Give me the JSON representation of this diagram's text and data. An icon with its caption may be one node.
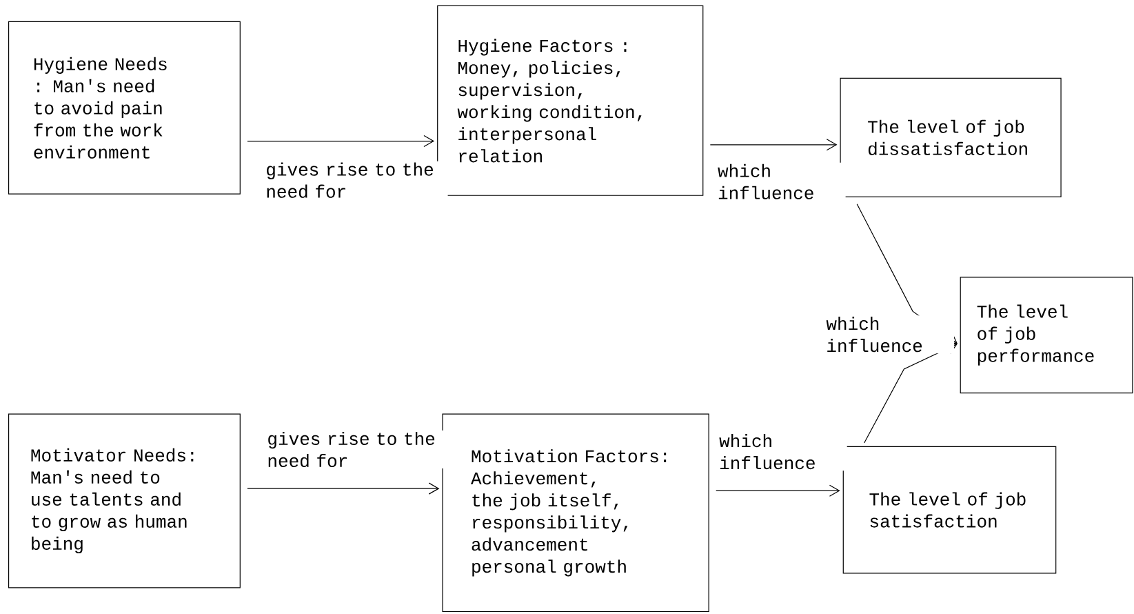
{
  "diagram": {
    "nodes": [
      {
        "text": [
          "Hygiene Needs : Man's need to avoid pain from the work environment"
        ]
      },
      {
        "text": [
          "Hygiene Factors : Money, policies, supervision, working condition, interpersonal relation"
        ]
      },
      {
        "text": [
          "The level of job dissatisfaction"
        ]
      },
      {
        "text": [
          "The level of job performance"
        ]
      },
      {
        "text": [
          "Motivator Needs: Man's need to use talents and to grow as human being"
        ]
      },
      {
        "text": [
          "Motivation Factors: Achievement, the job itself, responsibility, advancement personal growth"
        ]
      },
      {
        "text": [
          "The level of job satisfaction"
        ]
      }
    ],
    "edges": [
      {
        "from": 0,
        "to": 1,
        "arrow": "to",
        "label": "gives rise to the need for"
      },
      {
        "from": 1,
        "to": 2,
        "arrow": "to",
        "label": "which influence"
      },
      {
        "from": 2,
        "to": 3,
        "arrow": "to",
        "label": "which influence"
      },
      {
        "from": 6,
        "to": 3,
        "arrow": "to"
      },
      {
        "from": 4,
        "to": 5,
        "arrow": "to",
        "label": "gives rise to the need for"
      },
      {
        "from": 5,
        "to": 6,
        "arrow": "to",
        "label": "which influence"
      }
    ]
  }
}
